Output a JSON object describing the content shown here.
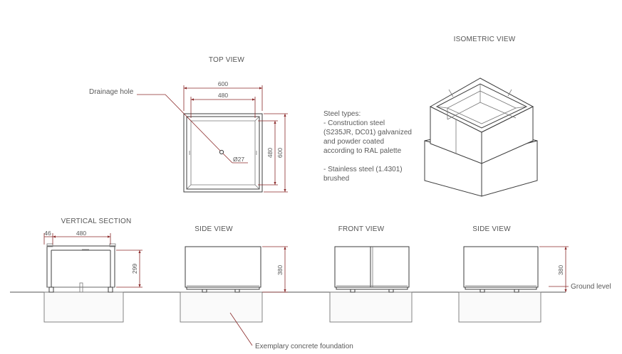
{
  "titles": {
    "top_view": "TOP VIEW",
    "isometric_view": "ISOMETRIC VIEW",
    "vertical_section": "VERTICAL SECTION",
    "side_view_left": "SIDE VIEW",
    "front_view": "FRONT VIEW",
    "side_view_right": "SIDE VIEW"
  },
  "dimensions": {
    "top_outer_width": "600",
    "top_inner_width": "480",
    "top_inner_height": "480",
    "top_outer_height": "600",
    "drain_diameter": "Ø27",
    "section_wall": "46",
    "section_inner_width": "480",
    "section_height": "299",
    "side_height": "380",
    "side_right_height": "380"
  },
  "labels": {
    "drainage_hole": "Drainage hole",
    "ground_level": "Ground level",
    "foundation": "Exemplary concrete foundation"
  },
  "notes": {
    "steel_types": [
      "Steel types:",
      "- Construction steel",
      "(S235JR, DC01) galvanized",
      "and powder coated",
      "according to RAL palette",
      "",
      "- Stainless steel (1.4301)",
      "brushed"
    ]
  },
  "colors": {
    "dimension_lines": "#8b2a2a",
    "object_lines": "#3c3c3c",
    "text": "#555555"
  }
}
